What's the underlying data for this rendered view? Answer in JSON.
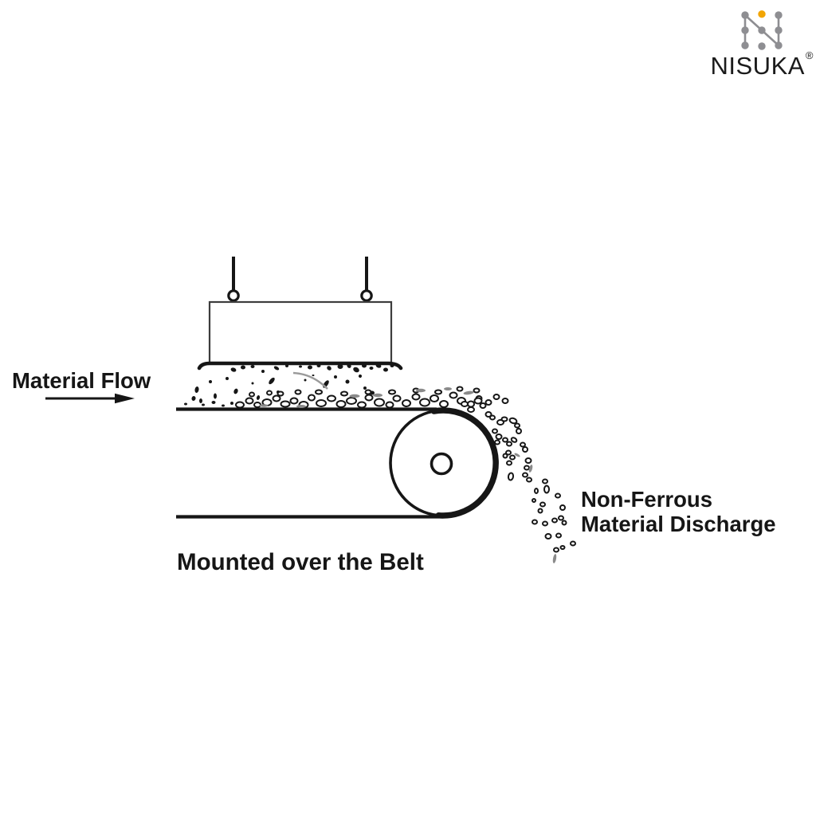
{
  "logo": {
    "brand": "NISUKA",
    "registered_mark": "®",
    "icon_name": "nisuka-dot-monogram-icon",
    "colors": {
      "dot_gray": "#8E8E92",
      "dot_accent": "#F2A504",
      "text": "#1b1b1b"
    }
  },
  "diagram": {
    "labels": {
      "material_flow": "Material Flow",
      "non_ferrous_line1": "Non-Ferrous",
      "non_ferrous_line2": "Material Discharge",
      "mounted_over_belt": "Mounted over the Belt"
    },
    "colors": {
      "ink": "#161616",
      "magnet_outline": "#3d3d3d",
      "gray_particle": "#8a8a8a",
      "trajectory_line": "#9a9a9a"
    }
  }
}
